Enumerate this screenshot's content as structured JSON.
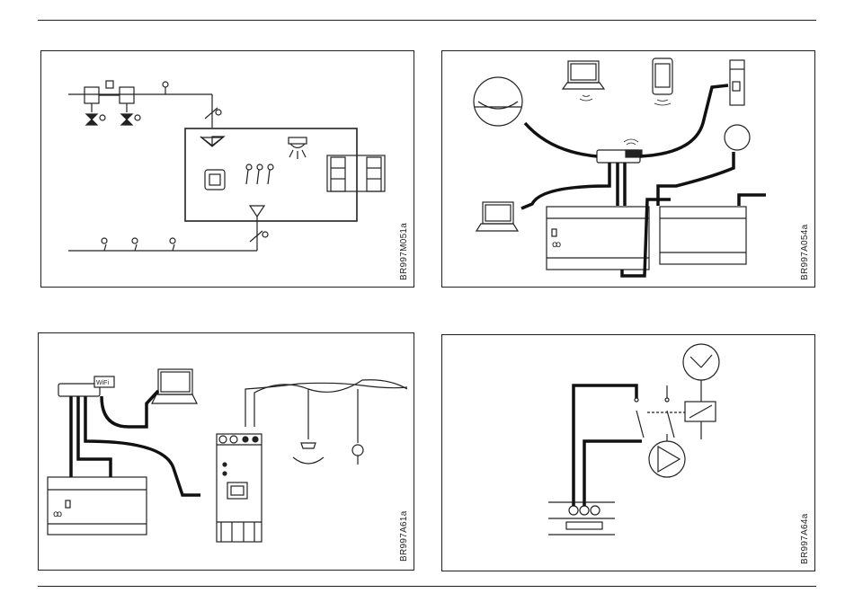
{
  "panels": {
    "top_left": {
      "code": "BR997M051a"
    },
    "top_right": {
      "code": "BR997A054a"
    },
    "bottom_left": {
      "code": "BR997A61a"
    },
    "bottom_right": {
      "code": "BR997A64a"
    }
  },
  "device_labels": {
    "wifi_badge": "WiFi",
    "logo_mark": "ꝏ"
  },
  "colors": {
    "line": "#222222",
    "cable": "#111111",
    "background": "#ffffff"
  }
}
